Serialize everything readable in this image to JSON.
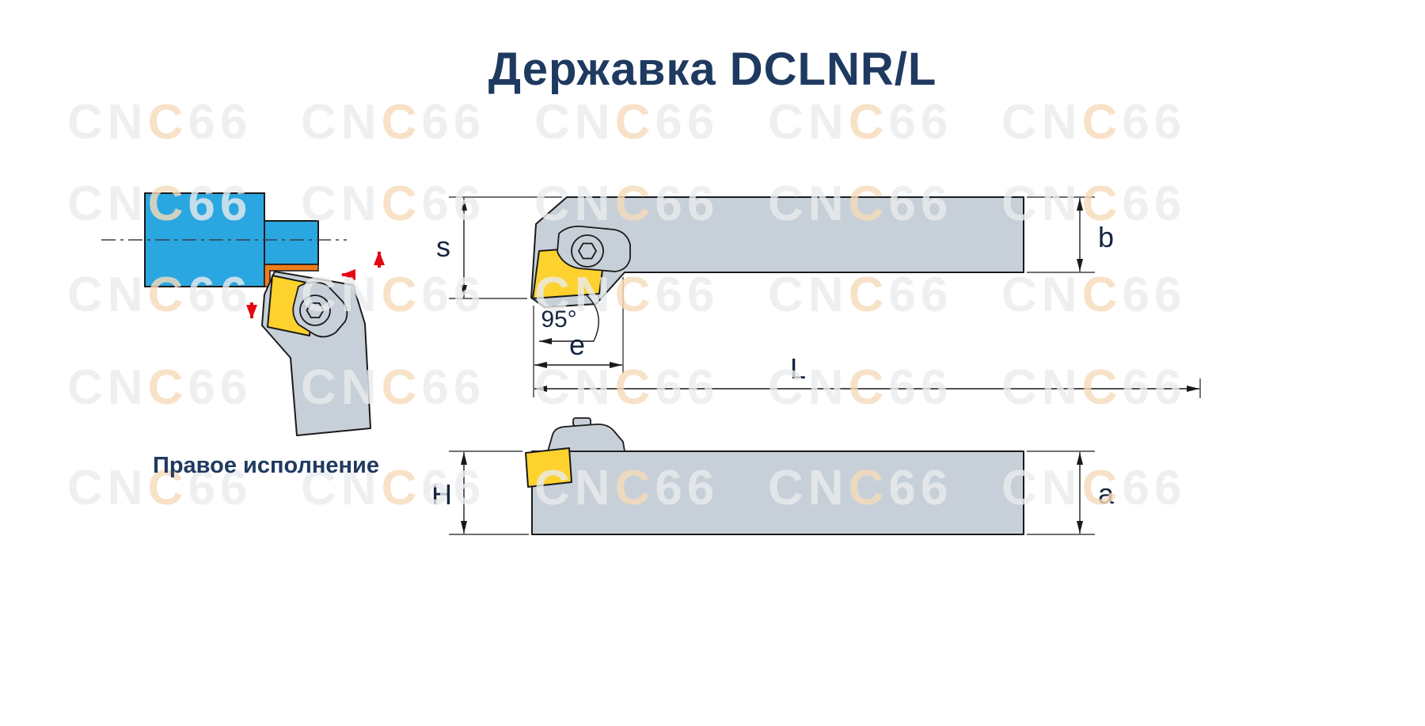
{
  "title": "Державка DCLNR/L",
  "left_view": {
    "caption": "Правое исполнение"
  },
  "dims": {
    "s": "s",
    "b": "b",
    "angle": "95°",
    "e": "e",
    "L": "L",
    "H": "H",
    "a": "a"
  },
  "watermark": {
    "text": "CNC66",
    "gray": "#eaecee",
    "orange": "#f6dcbb",
    "orange_indices": [
      2
    ],
    "cols": [
      85,
      380,
      675,
      970,
      1265
    ],
    "rows": [
      124,
      227,
      342,
      459,
      586
    ]
  },
  "colors": {
    "title": "#1f3a60",
    "label": "#16263e",
    "line": "#1a1a1a",
    "tool_body": "#c7d0d8",
    "tool_outline": "#1a1a1a",
    "insert_yellow": "#fdd22e",
    "workpiece_blue": "#2aa7e0",
    "chip_orange": "#ee7d1d",
    "arrow_red": "#e30613"
  }
}
